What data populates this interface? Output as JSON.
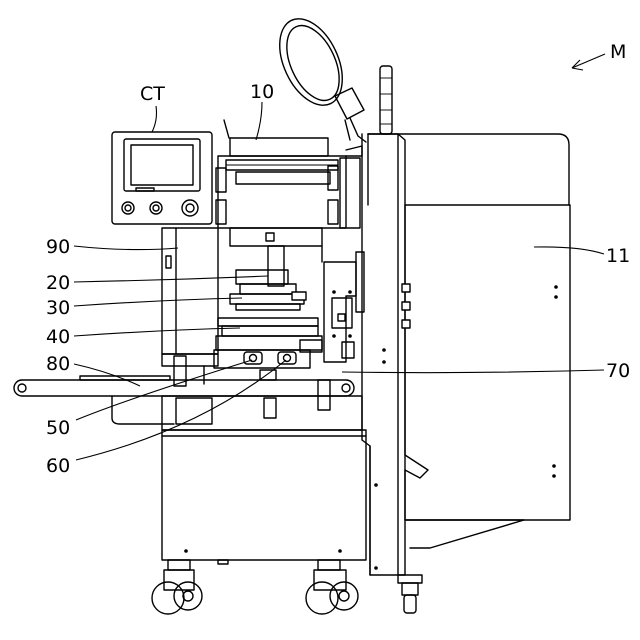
{
  "labels": {
    "M": "M",
    "CT": "CT",
    "n10": "10",
    "n11": "11",
    "n90": "90",
    "n20": "20",
    "n30": "30",
    "n40": "40",
    "n80": "80",
    "n70": "70",
    "n50": "50",
    "n60": "60"
  },
  "colors": {
    "line": "#000000",
    "background": "#ffffff"
  }
}
